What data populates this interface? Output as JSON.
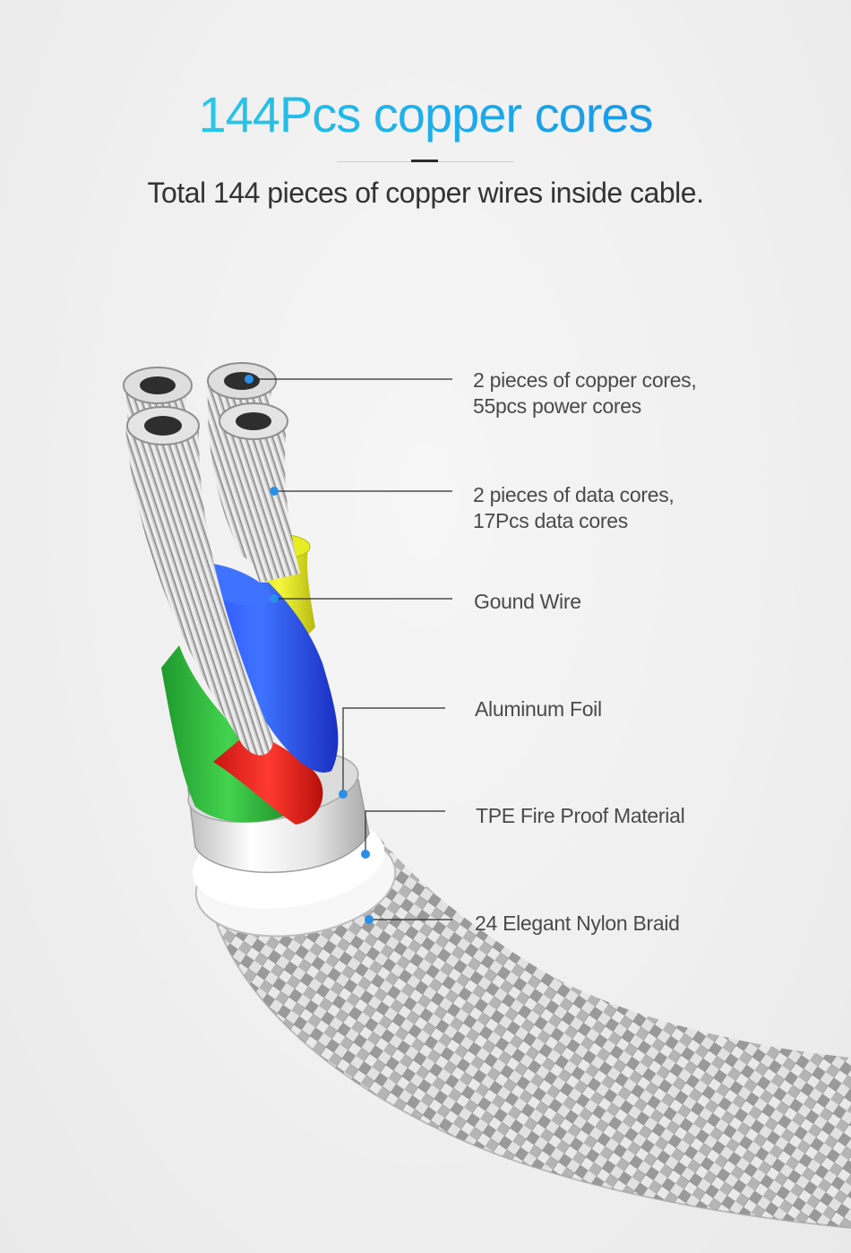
{
  "header": {
    "title": "144Pcs copper cores",
    "subtitle": "Total 144 pieces of copper wires inside cable."
  },
  "callouts": [
    {
      "lines": [
        "2 pieces of copper cores,",
        "55pcs power cores"
      ]
    },
    {
      "lines": [
        "2 pieces of data cores,",
        "17Pcs data cores"
      ]
    },
    {
      "lines": [
        "Gound Wire"
      ]
    },
    {
      "lines": [
        "Aluminum Foil"
      ]
    },
    {
      "lines": [
        "TPE Fire Proof Material"
      ]
    },
    {
      "lines": [
        "24  Elegant  Nylon Braid"
      ]
    }
  ],
  "colors": {
    "accent_start": "#2ce0e6",
    "accent_end": "#1687e4",
    "callout_dot": "#2a8fe6",
    "wire_blue": "#1f3fe0",
    "wire_yellow": "#e8ec22",
    "wire_green": "#28b83a",
    "wire_red": "#e8221c",
    "copper_silver": "#c9c9c9"
  }
}
